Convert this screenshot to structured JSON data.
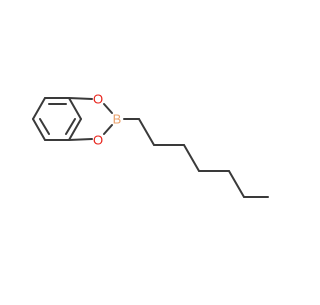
{
  "molecule": {
    "atoms": [
      {
        "id": "O1",
        "label": "O",
        "color": "#e8221a"
      },
      {
        "id": "O2",
        "label": "O",
        "color": "#e8221a"
      },
      {
        "id": "B",
        "label": "B",
        "color": "#e9a06b"
      }
    ],
    "bond_color": "#3a3a3a"
  }
}
